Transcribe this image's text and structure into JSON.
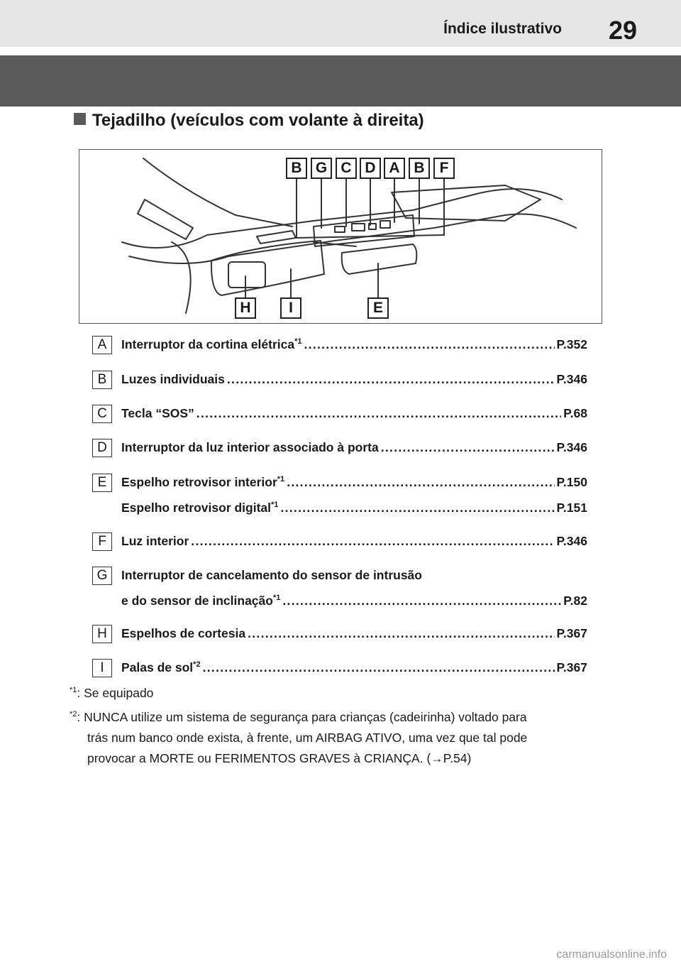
{
  "header": {
    "section_title": "Índice ilustrativo",
    "page_number": "29"
  },
  "section_heading": "Tejadilho (veículos com volante à direita)",
  "figure": {
    "top_callouts": [
      "B",
      "G",
      "C",
      "D",
      "A",
      "B",
      "F"
    ],
    "bottom_callouts": [
      "H",
      "I",
      "E"
    ]
  },
  "items": [
    {
      "letter": "A",
      "label": "Interruptor da cortina elétrica",
      "sup": "*1",
      "page": "P.352"
    },
    {
      "letter": "B",
      "label": "Luzes individuais",
      "sup": "",
      "page": "P.346"
    },
    {
      "letter": "C",
      "label": "Tecla “SOS”",
      "sup": "",
      "page": "P.68"
    },
    {
      "letter": "D",
      "label": "Interruptor da luz interior associado à porta",
      "sup": "",
      "page": "P.346"
    },
    {
      "letter": "E",
      "label": "Espelho retrovisor interior",
      "sup": "*1",
      "page": "P.150",
      "label2": "Espelho retrovisor digital",
      "sup2": "*1",
      "page2": "P.151"
    },
    {
      "letter": "F",
      "label": "Luz interior",
      "sup": "",
      "page": "P.346"
    },
    {
      "letter": "G",
      "label_line1": "Interruptor de cancelamento do sensor de intrusão",
      "label": "e do sensor de inclinação",
      "sup": "*1",
      "page": "P.82"
    },
    {
      "letter": "H",
      "label": "Espelhos de cortesia",
      "sup": "",
      "page": "P.367"
    },
    {
      "letter": "I",
      "label": "Palas de sol",
      "sup": "*2",
      "page": "P.367"
    }
  ],
  "footnotes": [
    {
      "mark": "*1",
      "lines": [
        ": Se equipado"
      ]
    },
    {
      "mark": "*2",
      "lines": [
        ": NUNCA utilize um sistema de segurança para crianças (cadeirinha) voltado para",
        "trás num banco onde exista, à frente, um AIRBAG ATIVO, uma vez que tal pode",
        "provocar a MORTE ou FERIMENTOS GRAVES à CRIANÇA. (→P.54)"
      ]
    }
  ],
  "watermark": "carmanualsonline.info",
  "colors": {
    "header_bg": "#e6e6e6",
    "band": "#595959"
  }
}
